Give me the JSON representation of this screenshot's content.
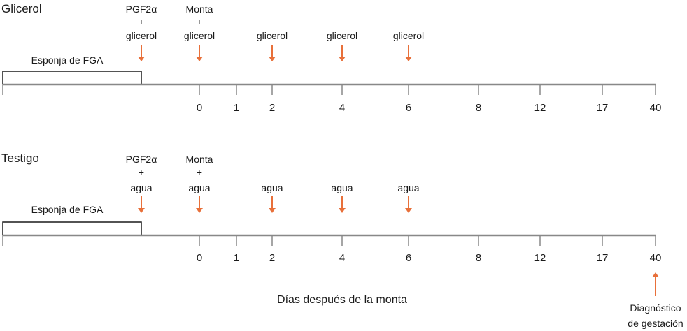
{
  "colors": {
    "arrow": "#e8703a",
    "axis": "#888888",
    "text": "#1a1a1a"
  },
  "ticks": [
    "0",
    "1",
    "2",
    "4",
    "6",
    "8",
    "12",
    "17",
    "40"
  ],
  "panels": [
    {
      "title": "Glicerol",
      "sponge_label": "Esponja de FGA",
      "events": [
        {
          "line1": "PGF2α",
          "line2": "+",
          "line3": "glicerol"
        },
        {
          "line1": "Monta",
          "line2": "+",
          "line3": "glicerol"
        },
        {
          "line3": "glicerol"
        },
        {
          "line3": "glicerol"
        },
        {
          "line3": "glicerol"
        }
      ]
    },
    {
      "title": "Testigo",
      "sponge_label": "Esponja de FGA",
      "events": [
        {
          "line1": "PGF2α",
          "line2": "+",
          "line3": "agua"
        },
        {
          "line1": "Monta",
          "line2": "+",
          "line3": "agua"
        },
        {
          "line3": "agua"
        },
        {
          "line3": "agua"
        },
        {
          "line3": "agua"
        }
      ]
    }
  ],
  "axis_title": "Días después de la monta",
  "diagnosis": {
    "line1": "Diagnóstico",
    "line2": "de gestación"
  }
}
